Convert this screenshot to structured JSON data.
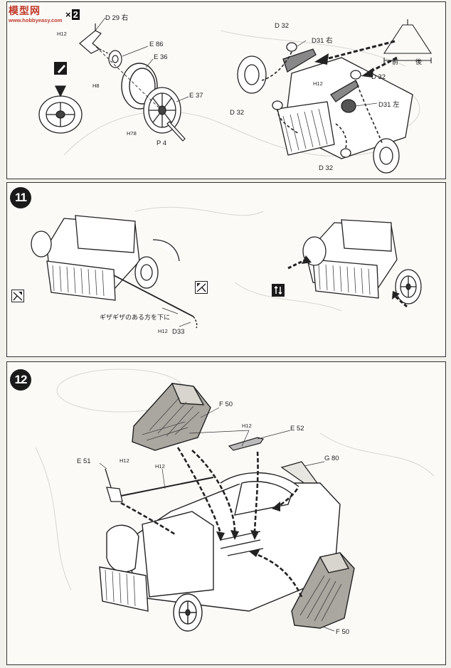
{
  "watermark": {
    "brand": "模型网",
    "url": "www.hobbyeasy.com"
  },
  "multiplier": {
    "prefix": "×",
    "count": "2"
  },
  "steps": [
    {
      "number": "11"
    },
    {
      "number": "12"
    }
  ],
  "panel1": {
    "labels": {
      "d29": "D 29 右",
      "h12a": "H12",
      "e86": "E 86",
      "h8": "H8",
      "e36": "E 36",
      "e37": "E 37",
      "h78": "H78",
      "p4": "P 4",
      "d32a": "D 32",
      "d31r": "D31 右",
      "h12b": "H12",
      "d32b": "D 32",
      "d31l": "D31 左",
      "d32c": "D 32",
      "d32d": "D 32",
      "front": "前",
      "rear": "後"
    }
  },
  "panel2": {
    "labels": {
      "jagged_note": "ギザギザのある方を下に",
      "h12": "H12",
      "d33": "D33"
    }
  },
  "panel3": {
    "labels": {
      "f50a": "F 50",
      "h12a": "H12",
      "e52": "E 52",
      "e51": "E 51",
      "h12b": "H12",
      "h12c": "H12",
      "g80": "G 80",
      "f50b": "F 50"
    }
  }
}
